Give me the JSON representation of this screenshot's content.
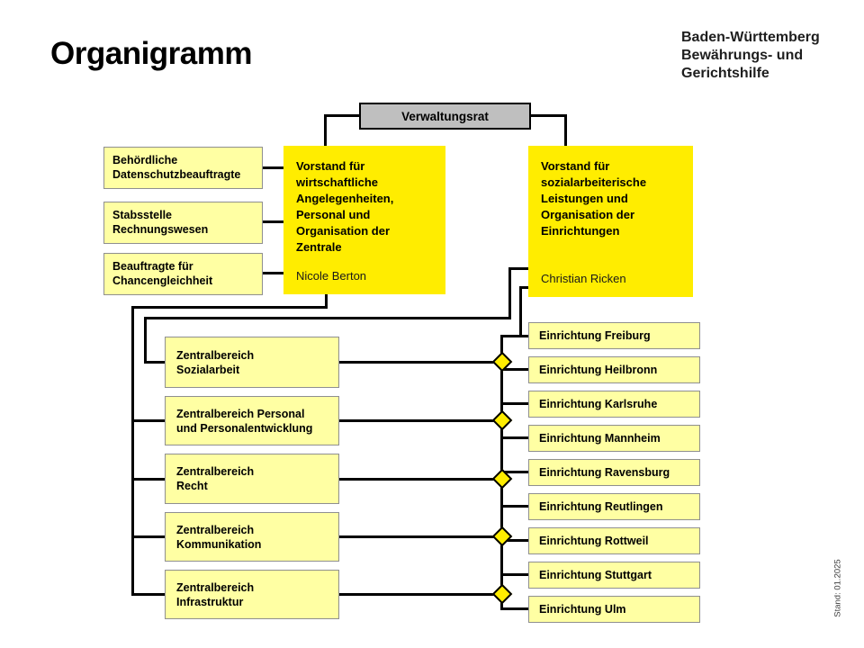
{
  "header": {
    "title": "Organigramm",
    "stand_note": "Stand: 01.2025"
  },
  "logo": {
    "org_lines": [
      "Baden-Württemberg",
      "Bewährungs- und",
      "Gerichtshilfe"
    ]
  },
  "colors": {
    "brand_yellow": "#ffed00",
    "light_yellow": "#ffffa3",
    "board_gray": "#bfbfbf",
    "line_black": "#000000"
  },
  "board": {
    "label": "Verwaltungsrat"
  },
  "executives": {
    "economic": {
      "title": "Vorstand für\nwirtschaftliche\nAngelegenheiten,\nPersonal und\nOrganisation der\nZentrale",
      "name": "Nicole Berton"
    },
    "social": {
      "title": "Vorstand für\nsozialarbeiterische\nLeistungen und\nOrganisation der\nEinrichtungen",
      "name": "Christian Ricken"
    }
  },
  "staff_units": [
    {
      "label": "Behördliche\nDatenschutzbeauftragte"
    },
    {
      "label": "Stabsstelle\nRechnungswesen"
    },
    {
      "label": "Beauftragte für\nChancengleichheit"
    }
  ],
  "central_departments": [
    {
      "label": "Zentralbereich\nSozialarbeit"
    },
    {
      "label": "Zentralbereich Personal\nund Personalentwicklung"
    },
    {
      "label": "Zentralbereich\nRecht"
    },
    {
      "label": "Zentralbereich\nKommunikation"
    },
    {
      "label": "Zentralbereich\nInfrastruktur"
    }
  ],
  "facilities": [
    {
      "label": "Einrichtung Freiburg"
    },
    {
      "label": "Einrichtung Heilbronn"
    },
    {
      "label": "Einrichtung Karlsruhe"
    },
    {
      "label": "Einrichtung Mannheim"
    },
    {
      "label": "Einrichtung Ravensburg"
    },
    {
      "label": "Einrichtung Reutlingen"
    },
    {
      "label": "Einrichtung Rottweil"
    },
    {
      "label": "Einrichtung Stuttgart"
    },
    {
      "label": "Einrichtung Ulm"
    }
  ]
}
